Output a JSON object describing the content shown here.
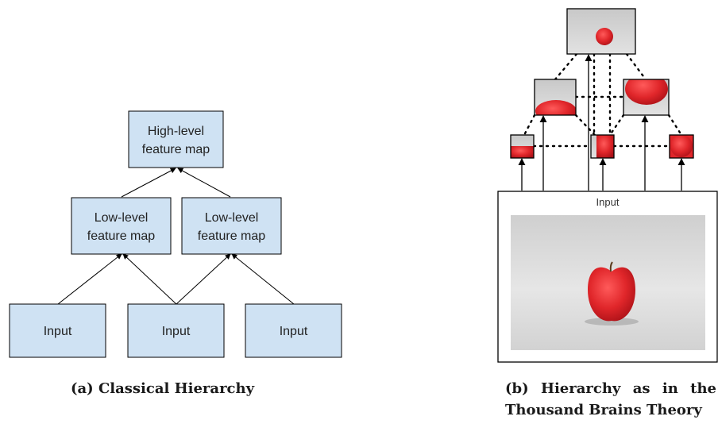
{
  "panel_a": {
    "caption": "(a) Classical Hierarchy",
    "high_level_node": {
      "line1": "High-level",
      "line2": "feature map"
    },
    "low_level_nodes": [
      {
        "line1": "Low-level",
        "line2": "feature map"
      },
      {
        "line1": "Low-level",
        "line2": "feature map"
      }
    ],
    "input_nodes": [
      "Input",
      "Input",
      "Input"
    ],
    "colors": {
      "node_fill": "#cfe2f3",
      "node_stroke": "#000000",
      "arrow": "#000000"
    }
  },
  "panel_b": {
    "caption": "(b) Hierarchy as in the Thousand Brains Theory",
    "input_label": "Input",
    "colors": {
      "apple": "#e0262a",
      "frame_stroke": "#000000",
      "background": "#d6d6d6"
    }
  }
}
